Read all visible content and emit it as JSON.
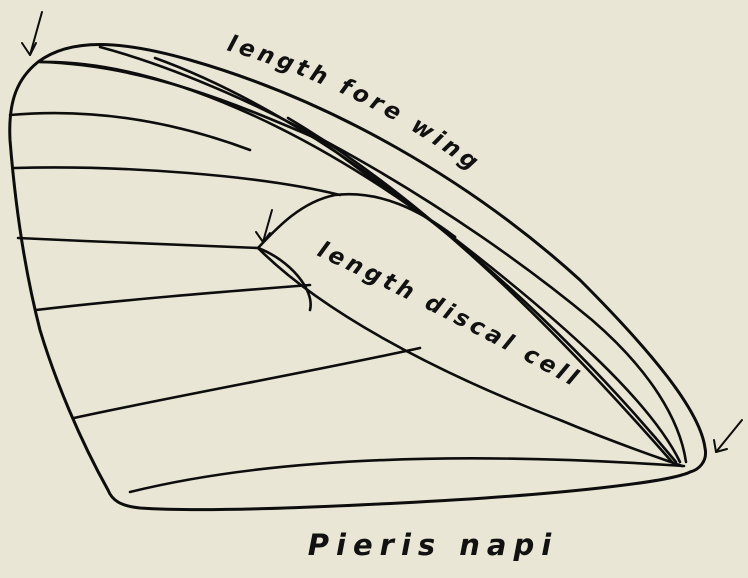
{
  "labels": {
    "fore_wing_length": "length fore wing",
    "discal_cell_length": "length discal cell"
  },
  "caption": "Pieris napi",
  "colors": {
    "background": "#eae6d5",
    "ink": "#0d0d0d"
  }
}
